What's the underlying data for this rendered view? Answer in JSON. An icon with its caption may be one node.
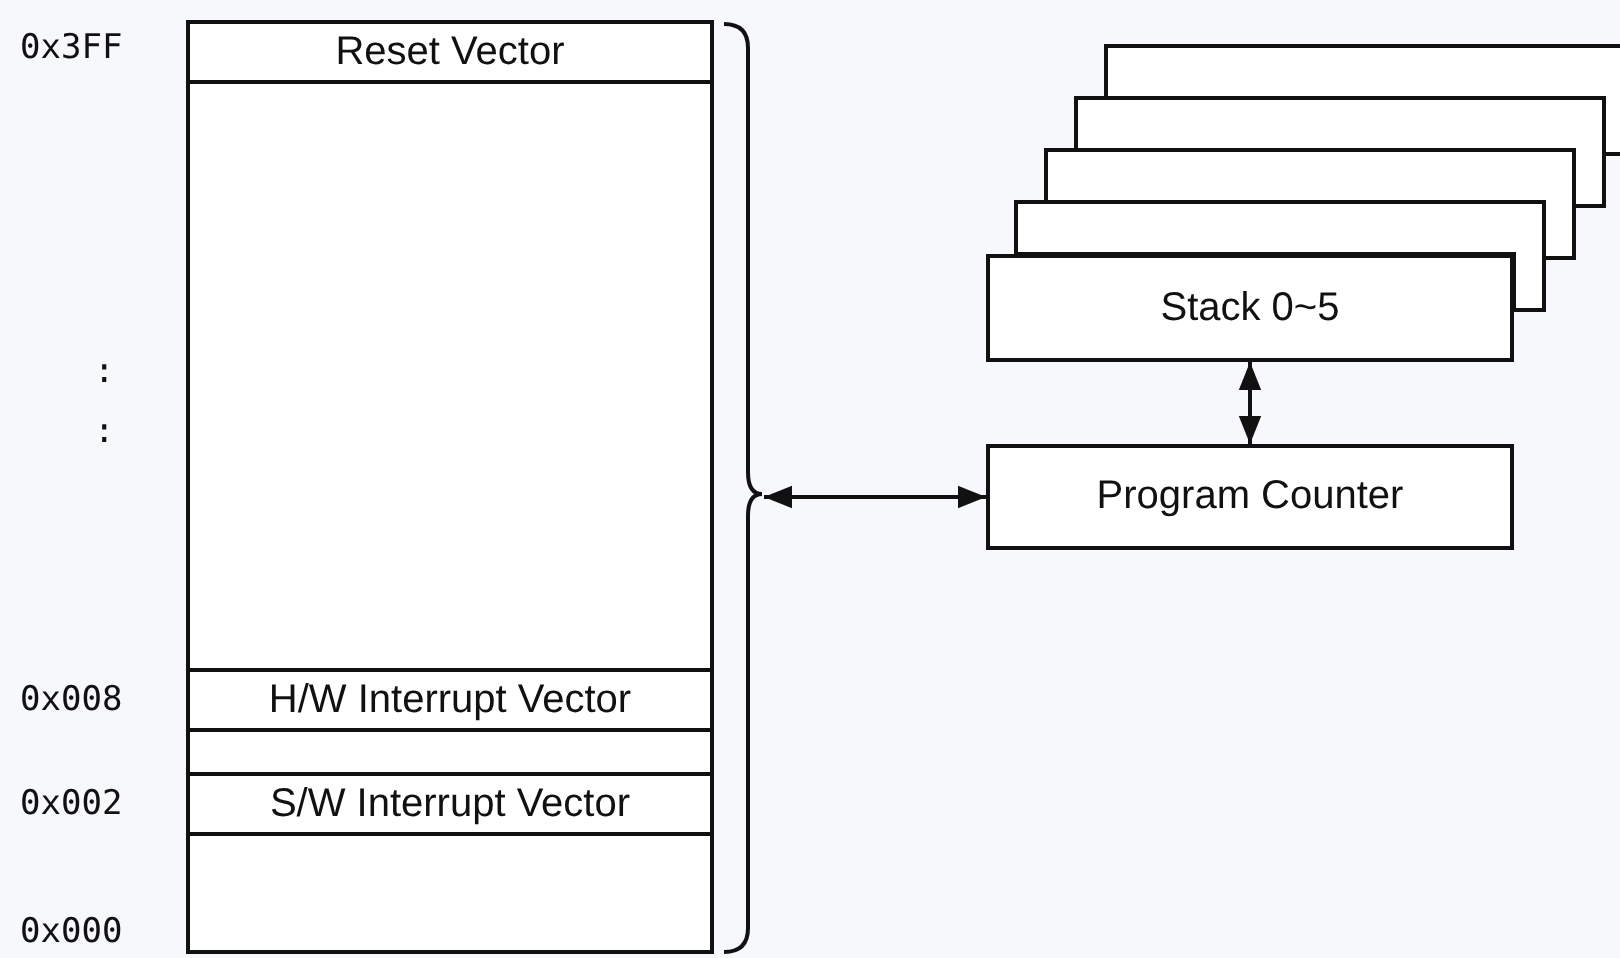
{
  "diagram": {
    "nodes": [
      {
        "text": [],
        "shape": "box"
      },
      {
        "text": [
          "Reset Vector"
        ],
        "in": 0
      },
      {
        "text": [
          "H/W Interrupt Vector"
        ],
        "in": 0
      },
      {
        "text": [
          "S/W Interrupt Vector"
        ],
        "in": 0
      },
      {
        "text": [
          "Stack 0~5"
        ]
      },
      {
        "text": [
          "Program Counter"
        ]
      }
    ],
    "edges": [
      {
        "from": 0,
        "to": 5,
        "arrow": "both"
      },
      {
        "from": 4,
        "to": 5,
        "arrow": "both"
      }
    ],
    "labels": [
      "0x3FF",
      ":",
      ":",
      "0x008",
      "0x002",
      "0x000"
    ]
  }
}
